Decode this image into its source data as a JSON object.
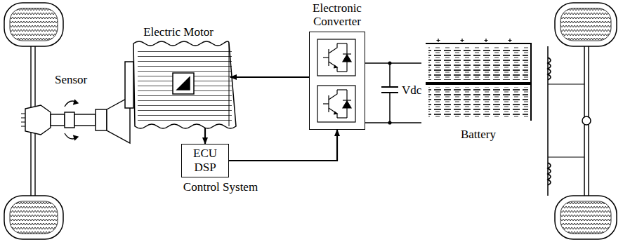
{
  "diagram": {
    "nodes": [
      {
        "text": [
          "Electric Motor"
        ]
      },
      {
        "text": [
          "Electronic Converter"
        ]
      },
      {
        "text": [
          "Battery"
        ]
      },
      {
        "text": [
          "ECU DSP",
          "Control System"
        ]
      }
    ],
    "edges": [
      {
        "from": 1,
        "to": 0,
        "arrow": "to"
      },
      {
        "from": 0,
        "to": 3,
        "arrow": "to"
      },
      {
        "from": 3,
        "to": 1,
        "arrow": "to"
      },
      {
        "from": 2,
        "to": 1,
        "arrow": "none"
      }
    ],
    "labels": [
      "Sensor",
      "Vdc"
    ]
  }
}
